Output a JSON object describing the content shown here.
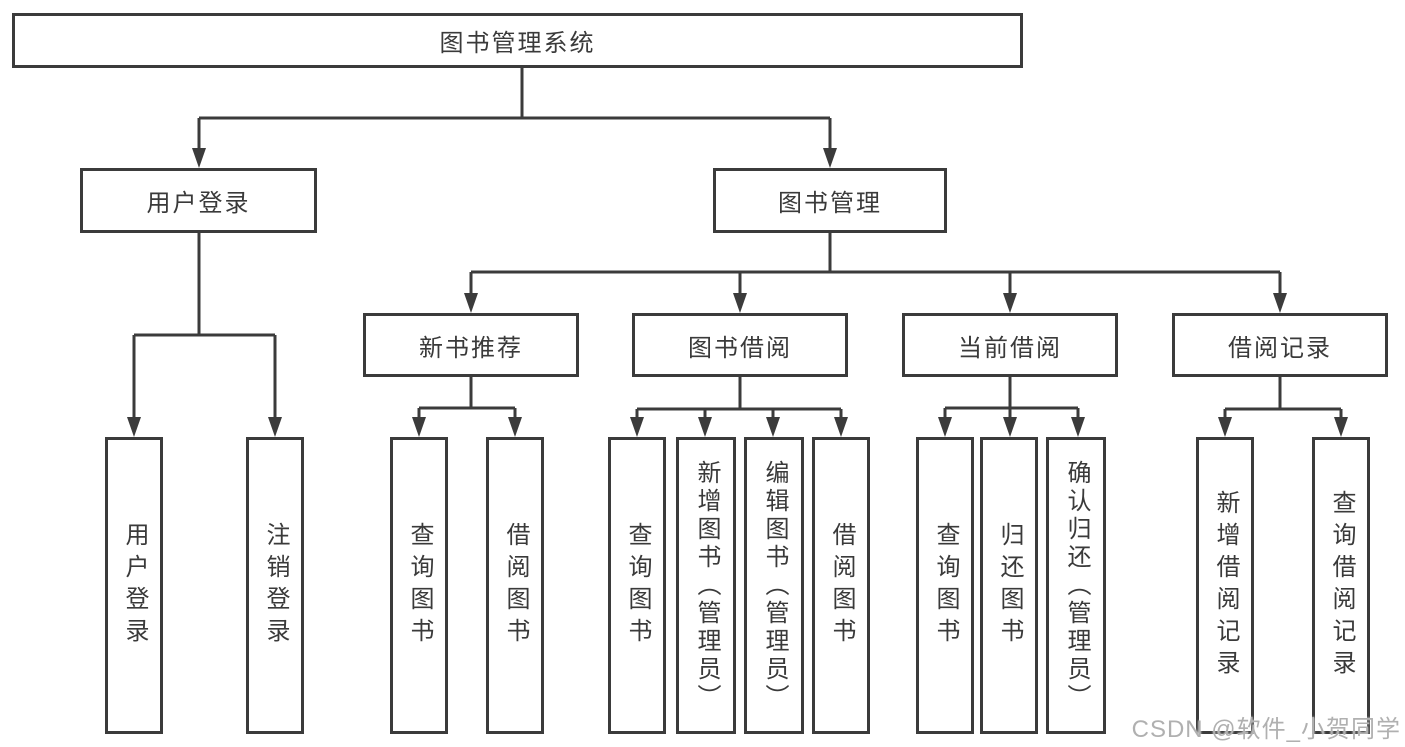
{
  "tree": {
    "label": "图书管理系统",
    "children": [
      {
        "label": "用户登录",
        "children": [
          {
            "label": "用户登录"
          },
          {
            "label": "注销登录"
          }
        ]
      },
      {
        "label": "图书管理",
        "children": [
          {
            "label": "新书推荐",
            "children": [
              {
                "label": "查询图书"
              },
              {
                "label": "借阅图书"
              }
            ]
          },
          {
            "label": "图书借阅",
            "children": [
              {
                "label": "查询图书"
              },
              {
                "label": "新增图书（管理员）"
              },
              {
                "label": "编辑图书（管理员）"
              },
              {
                "label": "借阅图书"
              }
            ]
          },
          {
            "label": "当前借阅",
            "children": [
              {
                "label": "查询图书"
              },
              {
                "label": "归还图书"
              },
              {
                "label": "确认归还（管理员）"
              }
            ]
          },
          {
            "label": "借阅记录",
            "children": [
              {
                "label": "新增借阅记录"
              },
              {
                "label": "查询借阅记录"
              }
            ]
          }
        ]
      }
    ]
  },
  "watermark": "CSDN @软件_小贺同学",
  "colors": {
    "line": "#3b3b3b",
    "text": "#3a3a3a",
    "background": "#ffffff",
    "watermark": "#b0b0b0"
  }
}
